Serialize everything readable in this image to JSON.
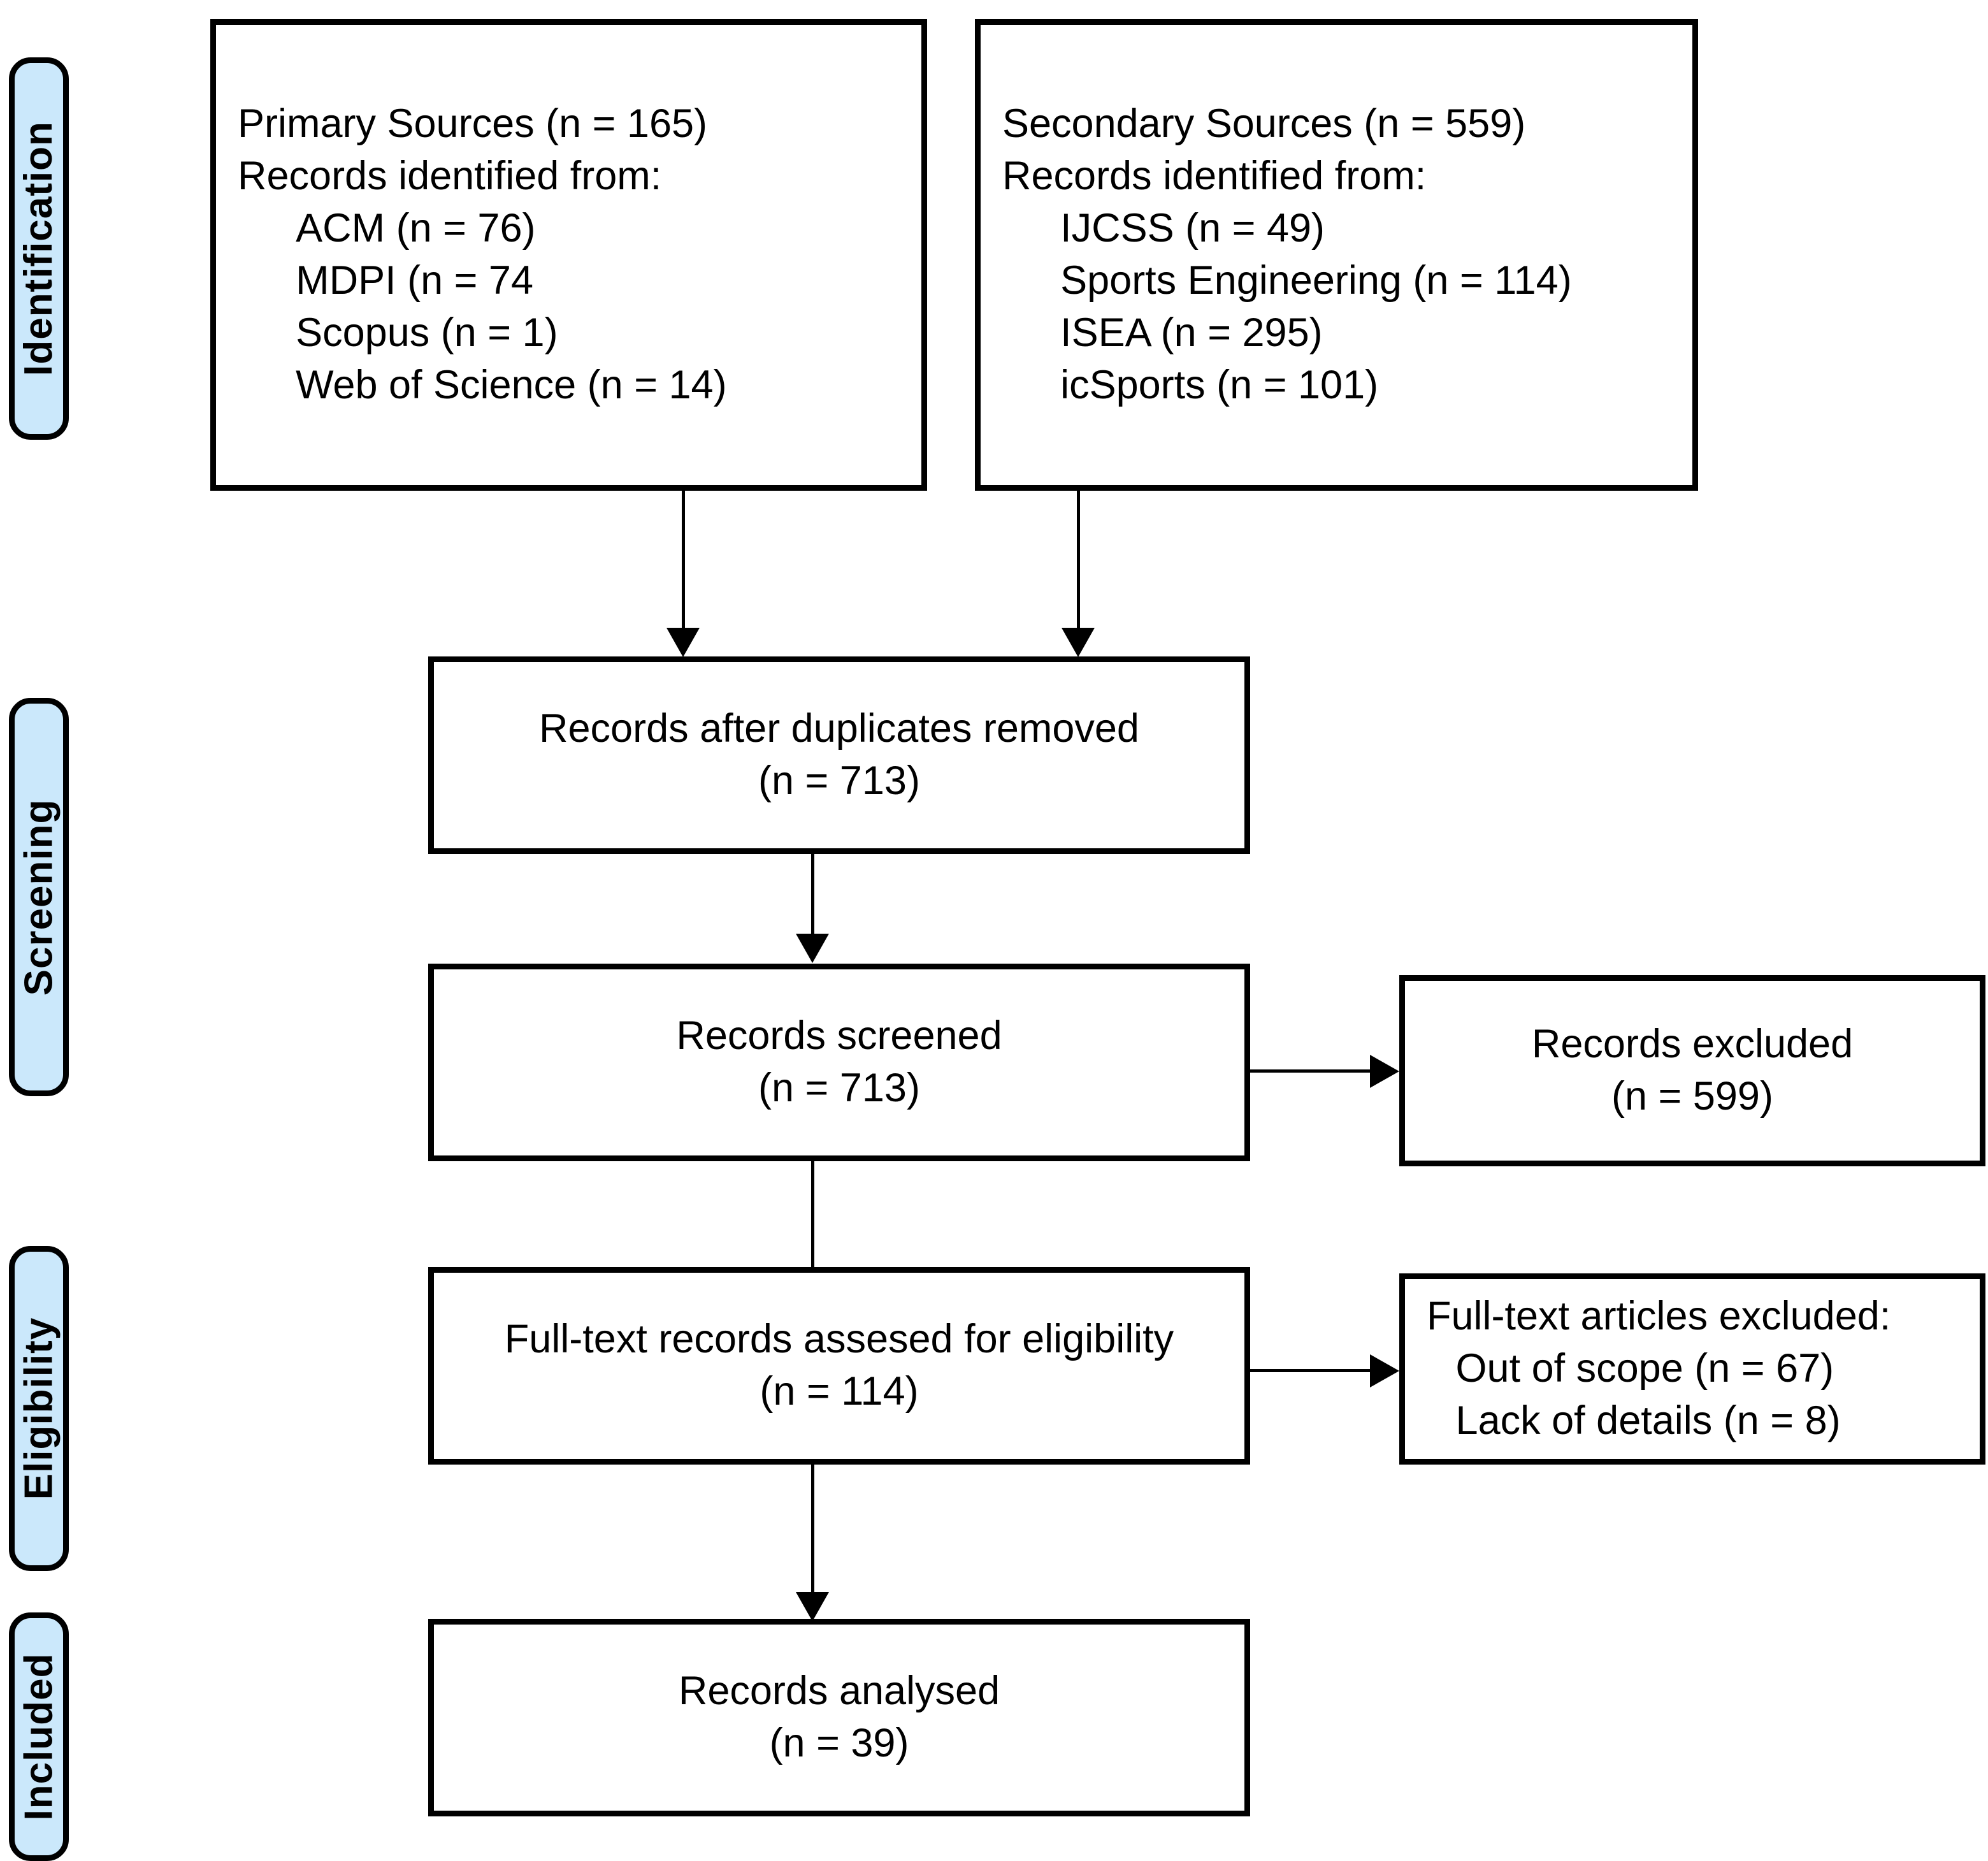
{
  "diagram": {
    "title": "PRISMA flow diagram",
    "accent_color": "#cbe8fb",
    "line_color": "#000000",
    "background": "#ffffff"
  },
  "stages": [
    {
      "id": "identification",
      "label": "Identification"
    },
    {
      "id": "screening",
      "label": "Screening"
    },
    {
      "id": "eligibility",
      "label": "Eligibility"
    },
    {
      "id": "included",
      "label": "Included"
    }
  ],
  "boxes": {
    "primary_sources": {
      "line1": "Primary Sources (n = 165)",
      "line2": "Records identified from:",
      "item1": "ACM (n = 76)",
      "item2": "MDPI (n = 74",
      "item3": "Scopus (n = 1)",
      "item4": "Web of Science (n = 14)"
    },
    "secondary_sources": {
      "line1": "Secondary Sources (n = 559)",
      "line2": "Records identified from:",
      "item1": "IJCSS (n = 49)",
      "item2": "Sports Engineering (n = 114)",
      "item3": "ISEA (n = 295)",
      "item4": "icSports (n = 101)"
    },
    "duplicates_removed": {
      "line1": "Records after duplicates removed",
      "line2": "(n = 713)"
    },
    "records_screened": {
      "line1": "Records screened",
      "line2": "(n = 713)"
    },
    "records_excluded": {
      "line1": "Records excluded",
      "line2": "(n = 599)"
    },
    "fulltext_assessed": {
      "line1": "Full-text records assesed for eligibility",
      "line2": "(n = 114)"
    },
    "fulltext_excluded": {
      "line1": "Full-text articles excluded:",
      "item1": "Out of scope (n = 67)",
      "item2": "Lack of details (n = 8)"
    },
    "records_analysed": {
      "line1": "Records analysed",
      "line2": "(n = 39)"
    }
  },
  "chart_data": {
    "type": "diagram",
    "title": "PRISMA flow diagram",
    "nodes": [
      {
        "id": "primary_sources",
        "stage": "Identification",
        "n": 165,
        "sources": [
          {
            "name": "ACM",
            "n": 76
          },
          {
            "name": "MDPI",
            "n": 74
          },
          {
            "name": "Scopus",
            "n": 1
          },
          {
            "name": "Web of Science",
            "n": 14
          }
        ]
      },
      {
        "id": "secondary_sources",
        "stage": "Identification",
        "n": 559,
        "sources": [
          {
            "name": "IJCSS",
            "n": 49
          },
          {
            "name": "Sports Engineering",
            "n": 114
          },
          {
            "name": "ISEA",
            "n": 295
          },
          {
            "name": "icSports",
            "n": 101
          }
        ]
      },
      {
        "id": "duplicates_removed",
        "stage": "Screening",
        "n": 713
      },
      {
        "id": "records_screened",
        "stage": "Screening",
        "n": 713
      },
      {
        "id": "records_excluded",
        "stage": "Screening",
        "n": 599
      },
      {
        "id": "fulltext_assessed",
        "stage": "Eligibility",
        "n": 114
      },
      {
        "id": "fulltext_excluded",
        "stage": "Eligibility",
        "reasons": [
          {
            "name": "Out of scope",
            "n": 67
          },
          {
            "name": "Lack of details",
            "n": 8
          }
        ]
      },
      {
        "id": "records_analysed",
        "stage": "Included",
        "n": 39
      }
    ],
    "edges": [
      {
        "from": "primary_sources",
        "to": "duplicates_removed"
      },
      {
        "from": "secondary_sources",
        "to": "duplicates_removed"
      },
      {
        "from": "duplicates_removed",
        "to": "records_screened"
      },
      {
        "from": "records_screened",
        "to": "records_excluded"
      },
      {
        "from": "records_screened",
        "to": "fulltext_assessed"
      },
      {
        "from": "fulltext_assessed",
        "to": "fulltext_excluded"
      },
      {
        "from": "fulltext_assessed",
        "to": "records_analysed"
      }
    ]
  }
}
